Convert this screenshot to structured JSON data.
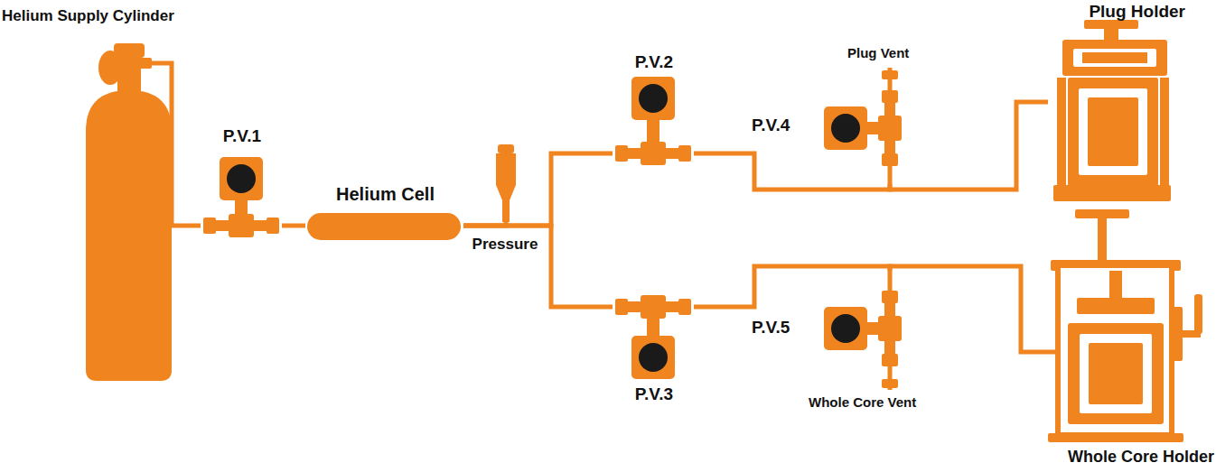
{
  "diagram": {
    "nodes": [
      {
        "text": [
          "Helium Supply Cylinder"
        ]
      },
      {
        "text": [
          "P.V.1"
        ]
      },
      {
        "text": [
          "Helium Cell"
        ]
      },
      {
        "text": [
          "Pressure"
        ]
      },
      {
        "text": [
          "P.V.2"
        ]
      },
      {
        "text": [
          "P.V.3"
        ]
      },
      {
        "text": [
          "P.V.4"
        ]
      },
      {
        "text": [
          "P.V.5"
        ]
      },
      {
        "text": [
          "Plug Holder"
        ]
      },
      {
        "text": [
          "Whole Core Holder"
        ]
      }
    ],
    "edges": [
      {
        "from": 0,
        "to": 1,
        "arrow": "none"
      },
      {
        "from": 1,
        "to": 2,
        "arrow": "none"
      },
      {
        "from": 2,
        "to": 3,
        "arrow": "none"
      },
      {
        "from": 2,
        "to": 4,
        "arrow": "none"
      },
      {
        "from": 2,
        "to": 5,
        "arrow": "none"
      },
      {
        "from": 4,
        "to": 6,
        "arrow": "none"
      },
      {
        "from": 6,
        "to": 8,
        "arrow": "none"
      },
      {
        "from": 5,
        "to": 7,
        "arrow": "none"
      },
      {
        "from": 7,
        "to": 9,
        "arrow": "none"
      }
    ],
    "labels": [
      "Plug Vent",
      "Whole Core Vent"
    ]
  }
}
